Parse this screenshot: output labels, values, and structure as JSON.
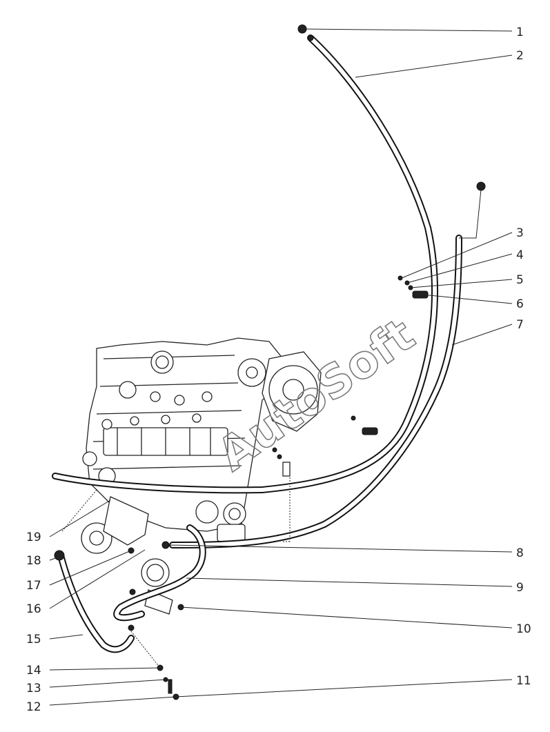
{
  "watermark": "AutoSoft",
  "callouts": [
    "1",
    "2",
    "3",
    "4",
    "5",
    "6",
    "7",
    "8",
    "9",
    "10",
    "11",
    "12",
    "13",
    "14",
    "15",
    "16",
    "17",
    "18",
    "19"
  ]
}
